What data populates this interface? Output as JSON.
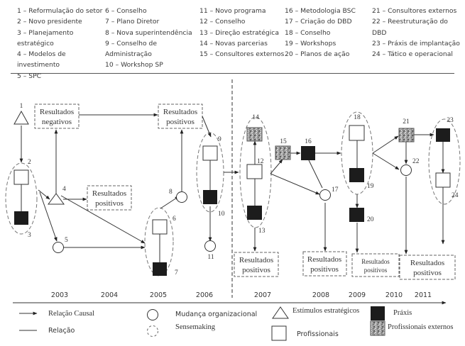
{
  "legend_numbers": {
    "columns": [
      [
        "1 – Reformulação do setor",
        "2 – Novo presidente",
        "3 – Planejamento",
        "estratégico",
        "4 – Modelos de",
        "investimento",
        "5 – SPC"
      ],
      [
        "6 – Conselho",
        "7 – Plano Diretor",
        "8 – Nova superintendência",
        "9 – Conselho de",
        "Administração",
        "10 – Workshop SP"
      ],
      [
        "11 – Novo programa",
        "12 – Conselho",
        "13 – Direção estratégica",
        "14 – Novas parcerias",
        "15 – Consultores externos"
      ],
      [
        "16 – Metodologia BSC",
        "17 – Criação do DBD",
        "18 – Conselho",
        "19 – Workshops",
        "20 – Planos de ação"
      ],
      [
        "21 – Consultores externos",
        "22 – Reestruturação do",
        "DBD",
        "23 – Práxis de implantação",
        "24 – Tático e operacional"
      ]
    ]
  },
  "nodes": [
    {
      "id": "1",
      "label": "1",
      "type": "triangle"
    },
    {
      "id": "2",
      "label": "2",
      "type": "professional"
    },
    {
      "id": "3",
      "label": "3",
      "type": "praxis"
    },
    {
      "id": "4",
      "label": "4",
      "type": "triangle"
    },
    {
      "id": "5",
      "label": "5",
      "type": "circle"
    },
    {
      "id": "6",
      "label": "6",
      "type": "professional"
    },
    {
      "id": "7",
      "label": "7",
      "type": "praxis"
    },
    {
      "id": "8",
      "label": "8",
      "type": "circle"
    },
    {
      "id": "9",
      "label": "9",
      "type": "professional"
    },
    {
      "id": "10",
      "label": "10",
      "type": "praxis"
    },
    {
      "id": "11",
      "label": "11",
      "type": "circle"
    },
    {
      "id": "12",
      "label": "12",
      "type": "professional"
    },
    {
      "id": "13",
      "label": "13",
      "type": "praxis"
    },
    {
      "id": "14",
      "label": "14",
      "type": "external"
    },
    {
      "id": "15",
      "label": "15",
      "type": "external"
    },
    {
      "id": "16",
      "label": "16",
      "type": "praxis"
    },
    {
      "id": "17",
      "label": "17",
      "type": "circle"
    },
    {
      "id": "18",
      "label": "18",
      "type": "professional"
    },
    {
      "id": "19",
      "label": "19",
      "type": "praxis"
    },
    {
      "id": "20",
      "label": "20",
      "type": "praxis"
    },
    {
      "id": "21",
      "label": "21",
      "type": "external"
    },
    {
      "id": "22",
      "label": "22",
      "type": "circle"
    },
    {
      "id": "23",
      "label": "23",
      "type": "praxis"
    },
    {
      "id": "24",
      "label": "24",
      "type": "professional"
    }
  ],
  "result_boxes": [
    {
      "line1": "Resultados",
      "line2": "negativos"
    },
    {
      "line1": "Resultados",
      "line2": "positivos"
    },
    {
      "line1": "Resultados",
      "line2": "positivos"
    },
    {
      "line1": "Resultados",
      "line2": "positivos"
    },
    {
      "line1": "Resultados",
      "line2": "positivos"
    },
    {
      "line1": "Resultados",
      "line2": "positivos"
    },
    {
      "line1": "Resultados",
      "line2": "positivos"
    }
  ],
  "timeline": {
    "years": [
      "2003",
      "2004",
      "2005",
      "2006",
      "2007",
      "2008",
      "2009",
      "2010",
      "2011"
    ]
  },
  "legend_bottom": {
    "causal": "Relação Causal",
    "relation": "Relação",
    "org_change": "Mudança organizacional",
    "sensemaking": "Sensemaking",
    "stimuli": "Estímulos estratégicos",
    "professionals": "Profissionais",
    "praxis": "Práxis",
    "external": "Profissionais externos"
  }
}
